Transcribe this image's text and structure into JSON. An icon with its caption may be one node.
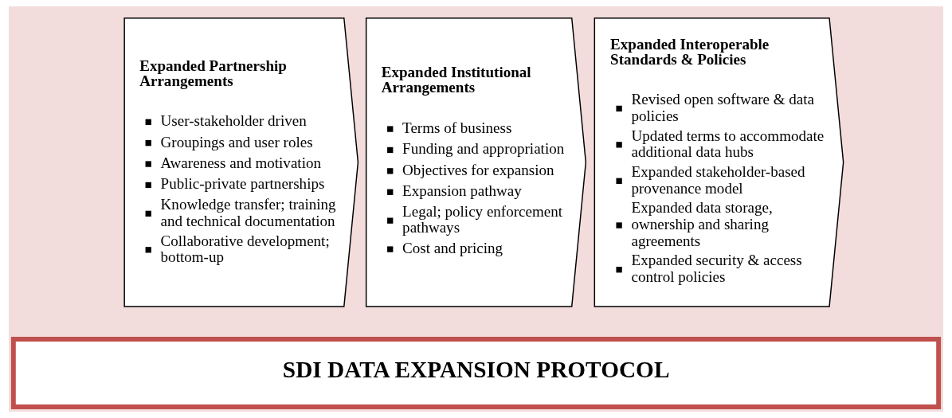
{
  "diagram": {
    "nodes": [
      {
        "text": [
          "Expanded Partnership Arrangements",
          "User-stakeholder driven",
          "Groupings and user roles",
          "Awareness and motivation",
          "Public-private partnerships",
          "Knowledge transfer; training and technical documentation",
          "Collaborative development; bottom-up"
        ]
      },
      {
        "text": [
          "Expanded Institutional Arrangements",
          "Terms of business",
          "Funding and appropriation",
          "Objectives for expansion",
          "Expansion pathway",
          "Legal; policy enforcement pathways",
          "Cost and pricing"
        ]
      },
      {
        "text": [
          "Expanded Interoperable Standards & Policies",
          "Revised open software & data policies",
          "Updated terms to accommodate additional data hubs",
          "Expanded stakeholder-based provenance model",
          "Expanded data storage, ownership and sharing agreements",
          "Expanded security & access control policies"
        ]
      },
      {
        "text": [
          "SDI DATA EXPANSION PROTOCOL"
        ]
      }
    ],
    "edges": []
  }
}
